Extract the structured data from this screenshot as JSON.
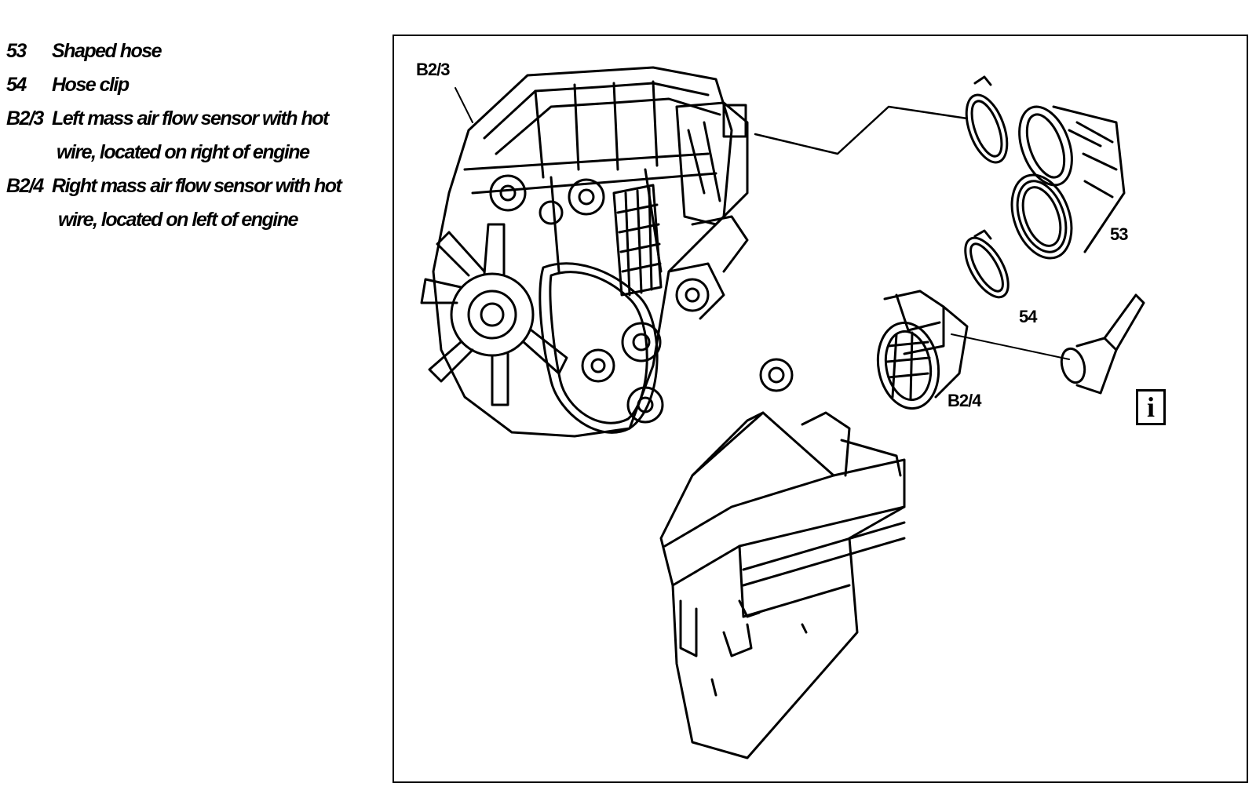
{
  "legend": [
    {
      "code": "53",
      "text": "Shaped hose"
    },
    {
      "code": "54",
      "text": "Hose clip"
    },
    {
      "code": "B2/3",
      "text": "Left mass air flow sensor with hot",
      "text2": "wire, located on right of engine"
    },
    {
      "code": "B2/4",
      "text": "Right mass air flow sensor with hot",
      "text2": "wire, located on left of engine"
    }
  ],
  "callouts": {
    "b23": "B2/3",
    "c53": "53",
    "c54": "54",
    "b24": "B2/4",
    "info": "i"
  },
  "icons": {
    "info": "info-icon"
  }
}
